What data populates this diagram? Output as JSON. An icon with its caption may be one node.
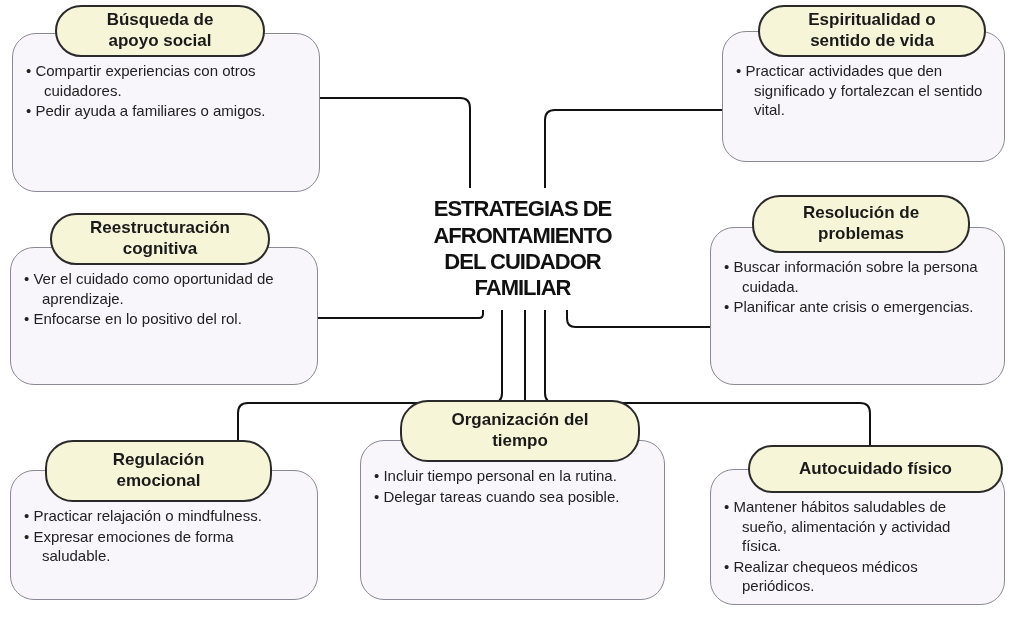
{
  "diagram": {
    "nodes": [
      {
        "text": [
          "ESTRATEGIAS DE AFRONTAMIENTO DEL CUIDADOR FAMILIAR"
        ]
      },
      {
        "text": [
          "Búsqueda de apoyo social",
          "• Compartir experiencias con otros cuidadores.",
          "• Pedir ayuda a familiares o amigos."
        ]
      },
      {
        "text": [
          "Espiritualidad o sentido de vida",
          "• Practicar actividades que den significado y fortalezcan el sentido vital."
        ]
      },
      {
        "text": [
          "Reestructuración cognitiva",
          "• Ver el cuidado como oportunidad de aprendizaje.",
          "• Enfocarse en lo positivo del rol."
        ]
      },
      {
        "text": [
          "Resolución de problemas",
          "• Buscar información sobre la persona cuidada.",
          "• Planificar ante crisis o emergencias."
        ]
      },
      {
        "text": [
          "Regulación emocional",
          "• Practicar relajación o mindfulness.",
          "• Expresar emociones de forma saludable."
        ]
      },
      {
        "text": [
          "Organización del tiempo",
          "• Incluir tiempo personal en la rutina.",
          "• Delegar tareas cuando sea posible."
        ]
      },
      {
        "text": [
          "Autocuidado físico",
          "• Mantener hábitos saludables de sueño, alimentación y actividad física.",
          "• Realizar chequeos médicos periódicos."
        ]
      }
    ],
    "edges": [
      {
        "from": 0,
        "to": 1,
        "arrow": "none"
      },
      {
        "from": 0,
        "to": 2,
        "arrow": "none"
      },
      {
        "from": 0,
        "to": 3,
        "arrow": "none"
      },
      {
        "from": 0,
        "to": 4,
        "arrow": "none"
      },
      {
        "from": 0,
        "to": 5,
        "arrow": "none"
      },
      {
        "from": 0,
        "to": 6,
        "arrow": "none"
      },
      {
        "from": 0,
        "to": 7,
        "arrow": "none"
      }
    ]
  }
}
